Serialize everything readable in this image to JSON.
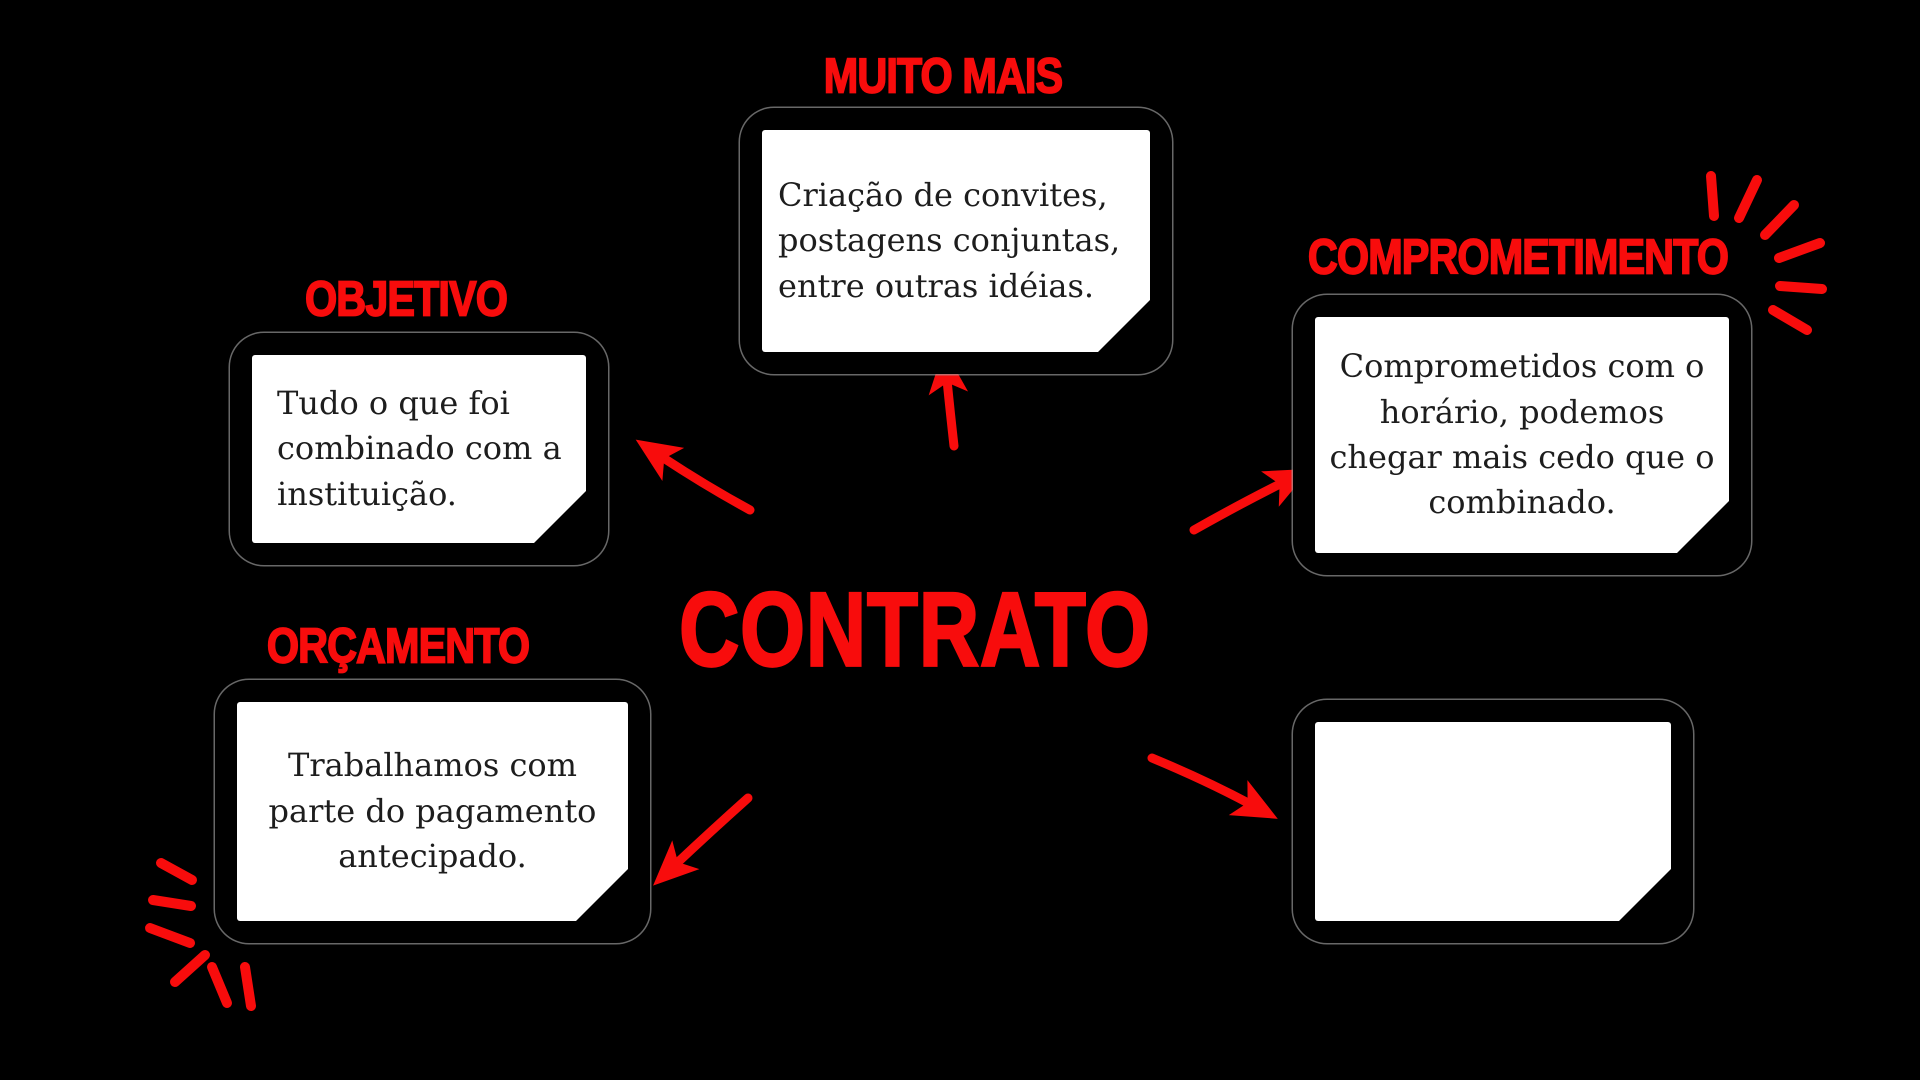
{
  "diagram": {
    "title": "CONTRATO",
    "nodes": [
      {
        "id": "muito-mais",
        "heading": "MUITO MAIS",
        "text": "Criação de convites,\npostagens conjuntas,\nentre outras idéias."
      },
      {
        "id": "objetivo",
        "heading": "OBJETIVO",
        "text": "Tudo o que foi\ncombinado com a\ninstituição."
      },
      {
        "id": "comprometimento",
        "heading": "COMPROMETIMENTO",
        "text": "Comprometidos com o\nhorário, podemos\nchegar mais cedo que o\ncombinado."
      },
      {
        "id": "orcamento",
        "heading": "ORÇAMENTO",
        "text": "Trabalhamos com\nparte do pagamento\nantecipado."
      },
      {
        "id": "nota-extra",
        "heading": "",
        "text": ""
      }
    ],
    "colors": {
      "background": "#000000",
      "accent_red": "#f80c0c",
      "card_fill": "#ffffff",
      "card_text": "#1d1d1d",
      "card_hairline": "#9a9a9a"
    }
  }
}
